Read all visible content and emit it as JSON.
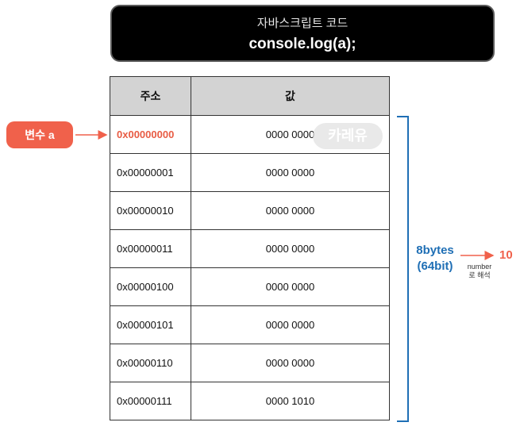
{
  "code_box": {
    "caption": "자바스크립트 코드",
    "code": "console.log(a);"
  },
  "table": {
    "headers": [
      "주소",
      "값"
    ],
    "rows": [
      {
        "address": "0x00000000",
        "value": "0000 0000"
      },
      {
        "address": "0x00000001",
        "value": "0000 0000"
      },
      {
        "address": "0x00000010",
        "value": "0000 0000"
      },
      {
        "address": "0x00000011",
        "value": "0000 0000"
      },
      {
        "address": "0x00000100",
        "value": "0000 0000"
      },
      {
        "address": "0x00000101",
        "value": "0000 0000"
      },
      {
        "address": "0x00000110",
        "value": "0000 0000"
      },
      {
        "address": "0x00000111",
        "value": "0000 1010"
      }
    ]
  },
  "variable_label": "변수 a",
  "watermark": "카레유",
  "size_label": {
    "line1": "8bytes",
    "line2": "(64bit)"
  },
  "interpretation": {
    "line1": "number",
    "line2": "로 해석"
  },
  "result": "10",
  "colors": {
    "highlight": "#f0614b",
    "brace": "#1f6fb5"
  }
}
